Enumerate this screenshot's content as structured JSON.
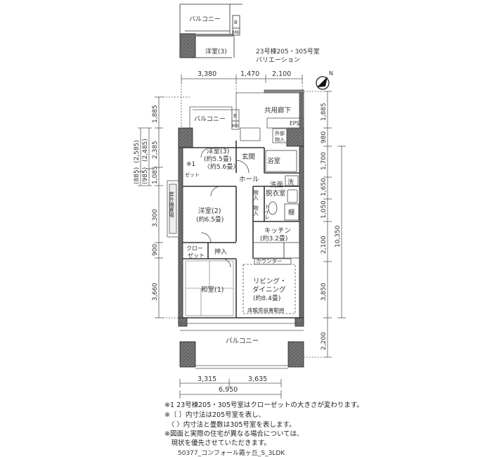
{
  "variation": {
    "balcony": "バルコニー",
    "room": "洋室(3)",
    "b": "B",
    "mb": "MB",
    "note_line1": "23号棟205・305号室",
    "note_line2": "バリエーション"
  },
  "dims": {
    "top": [
      "3,380",
      "1,470",
      "2,100"
    ],
    "bottom_sub": [
      "3,315",
      "3,635"
    ],
    "bottom_total": "6,950",
    "left_outer": [
      "(2,585)",
      "(885)"
    ],
    "left_mid": [
      "(2,485)",
      "(985)"
    ],
    "left": [
      "1,885",
      "2,385",
      "1,085",
      "3,300",
      "900",
      "3,660"
    ],
    "right": [
      "1,885",
      "980",
      "1,700",
      "1,650",
      "1,050",
      "2,100",
      "3,850",
      "2,200"
    ],
    "right_total": "10,350"
  },
  "rooms": {
    "corridor": "共用廊下",
    "eps": "EPS",
    "pipe_space": "外部\n物入",
    "balcony_top": "バルコニー",
    "b": "B",
    "mb": "MB",
    "yoshitsu3": [
      "洋室(3)",
      "(約5.5畳)",
      "〈約5.6畳〉"
    ],
    "mark1": "※1",
    "closet_small": "クロー\nゼット",
    "genkan": "玄関",
    "yokushitsu": "浴室",
    "hall": "ホール",
    "senmen": [
      "洗面",
      "脱衣室"
    ],
    "sen": "洗",
    "monoire": "物入",
    "toilet": "トイレ",
    "tana": "棚",
    "shitsugai": "室外機置場",
    "yoshitsu2": [
      "洋室(2)",
      "(約6.5畳)"
    ],
    "kitchen": [
      "キッチン",
      "(約3.2畳)"
    ],
    "closet": [
      "クロー",
      "ゼット"
    ],
    "oshiire": "押入",
    "counter": "カウンター",
    "washitsu": "和室(1)",
    "living": [
      "リビング・",
      "ダイニング",
      "(約8.4畳)"
    ],
    "floor_heating": "床暖房設置範囲",
    "balcony_bottom": "バルコニー",
    "compass": "N"
  },
  "notes": [
    "※1 23号棟205・305号室はクローゼットの大きさが変わります。",
    "※〔 〕内寸法は205号室を表し、",
    "　〈 〉内寸法と畳数は305号室を表します。",
    "※図面と実際の住宅が異なる場合については、",
    "　現状を優先させていただきます。"
  ],
  "caption": "50377_コンフォール霞ヶ丘_S_3LDK"
}
